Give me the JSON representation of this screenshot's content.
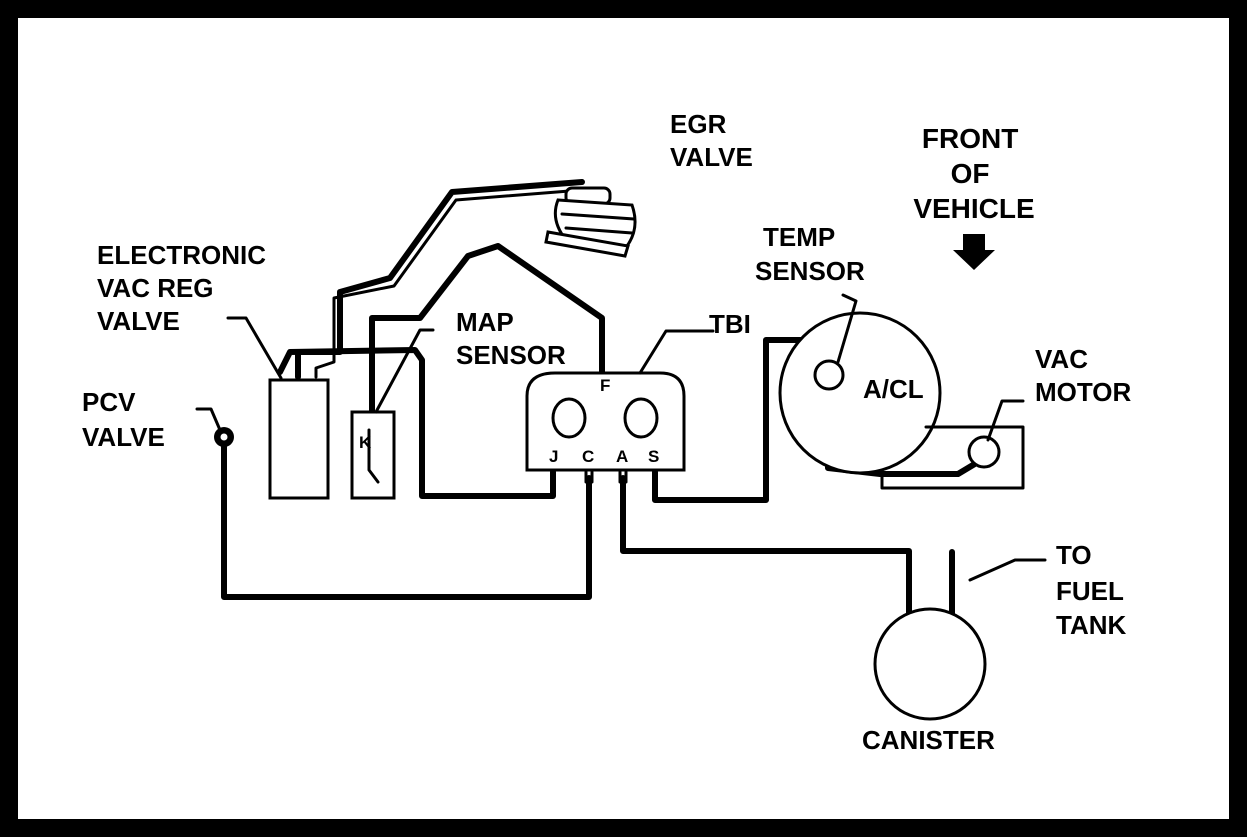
{
  "labels": {
    "egr_line1": "EGR",
    "egr_line2": "VALVE",
    "front_line1": "FRONT",
    "front_line2": "OF",
    "front_line3": "VEHICLE",
    "evrv_line1": "ELECTRONIC",
    "evrv_line2": "VAC REG",
    "evrv_line3": "VALVE",
    "temp_line1": "TEMP",
    "temp_line2": "SENSOR",
    "map_line1": "MAP",
    "map_line2": "SENSOR",
    "tbi": "TBI",
    "vac_line1": "VAC",
    "vac_line2": "MOTOR",
    "pcv_line1": "PCV",
    "pcv_line2": "VALVE",
    "acl": "A/CL",
    "fuel_line1": "TO",
    "fuel_line2": "FUEL",
    "fuel_line3": "TANK",
    "canister": "CANISTER"
  },
  "tbi_ports": {
    "top": "F",
    "j": "J",
    "c": "C",
    "a": "A",
    "s": "S"
  },
  "map_marking": "K"
}
